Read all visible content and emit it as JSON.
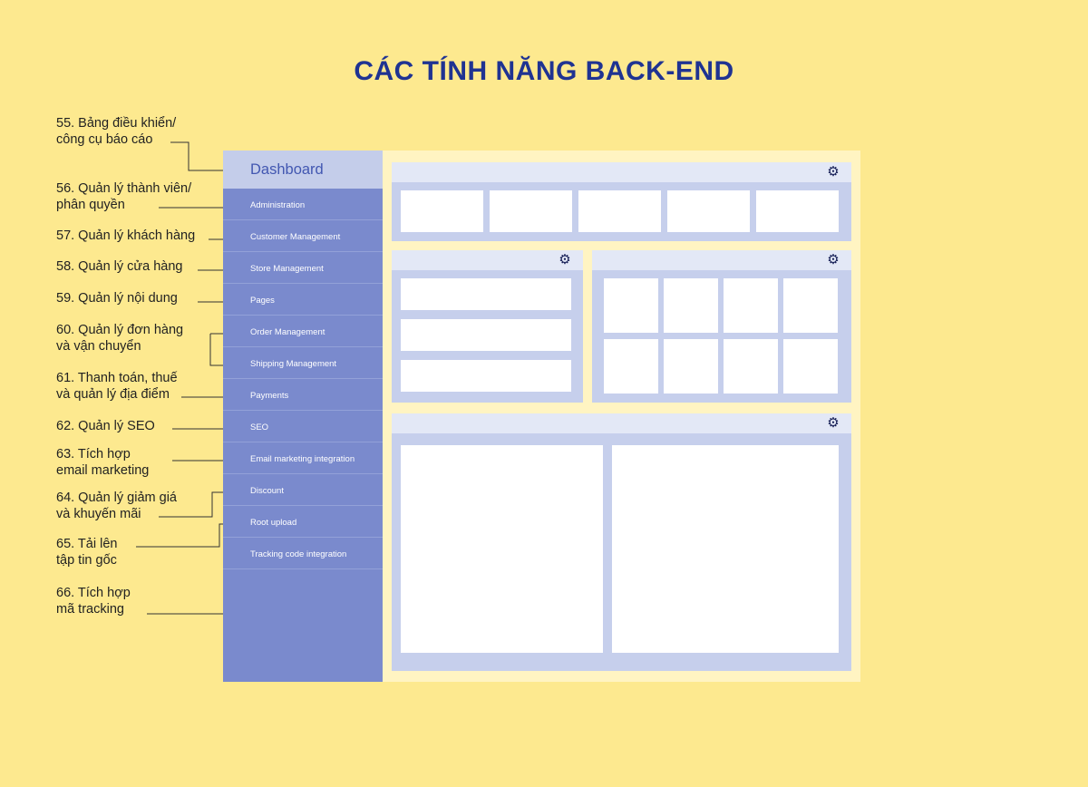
{
  "title": "CÁC TÍNH NĂNG BACK-END",
  "labels": [
    {
      "lines": [
        "55. Bảng điều khiển/",
        "công cụ báo cáo"
      ]
    },
    {
      "lines": [
        "56. Quản lý thành viên/",
        "phân quyền"
      ]
    },
    {
      "lines": [
        "57. Quản lý khách hàng"
      ]
    },
    {
      "lines": [
        "58. Quản lý cửa hàng"
      ]
    },
    {
      "lines": [
        "59. Quản lý nội dung"
      ]
    },
    {
      "lines": [
        "60. Quản lý đơn hàng",
        "và vận chuyển"
      ]
    },
    {
      "lines": [
        "61. Thanh toán, thuế",
        "và quản lý địa điểm"
      ]
    },
    {
      "lines": [
        "62. Quản lý SEO"
      ]
    },
    {
      "lines": [
        "63. Tích hợp",
        "email marketing"
      ]
    },
    {
      "lines": [
        "64. Quản lý giảm giá",
        "và khuyến mãi"
      ]
    },
    {
      "lines": [
        "65. Tải lên",
        "tập tin gốc"
      ]
    },
    {
      "lines": [
        "66. Tích hợp",
        "mã tracking"
      ]
    }
  ],
  "sidebar": {
    "header": "Dashboard",
    "items": [
      "Administration",
      "Customer Management",
      "Store Management",
      "Pages",
      "Order Management",
      "Shipping Management",
      "Payments",
      "SEO",
      "Email marketing integration",
      "Discount",
      "Root upload",
      "Tracking code integration"
    ]
  },
  "icons": {
    "settings": "gear-icon"
  },
  "colors": {
    "background": "#fde98f",
    "title": "#1f3392",
    "sidebar": "#7a8acd",
    "sidebar_header": "#c4cdea",
    "widget": "#c6cfec",
    "widget_header": "#e3e8f6",
    "panel": "#fff4c2"
  }
}
